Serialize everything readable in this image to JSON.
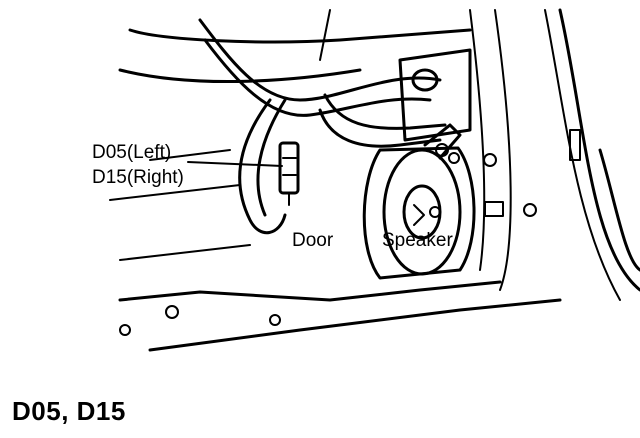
{
  "labels": {
    "connector_left": "D05(Left)",
    "connector_right": "D15(Right)",
    "door": "Door",
    "speaker": "Speaker"
  },
  "caption": "D05,  D15"
}
